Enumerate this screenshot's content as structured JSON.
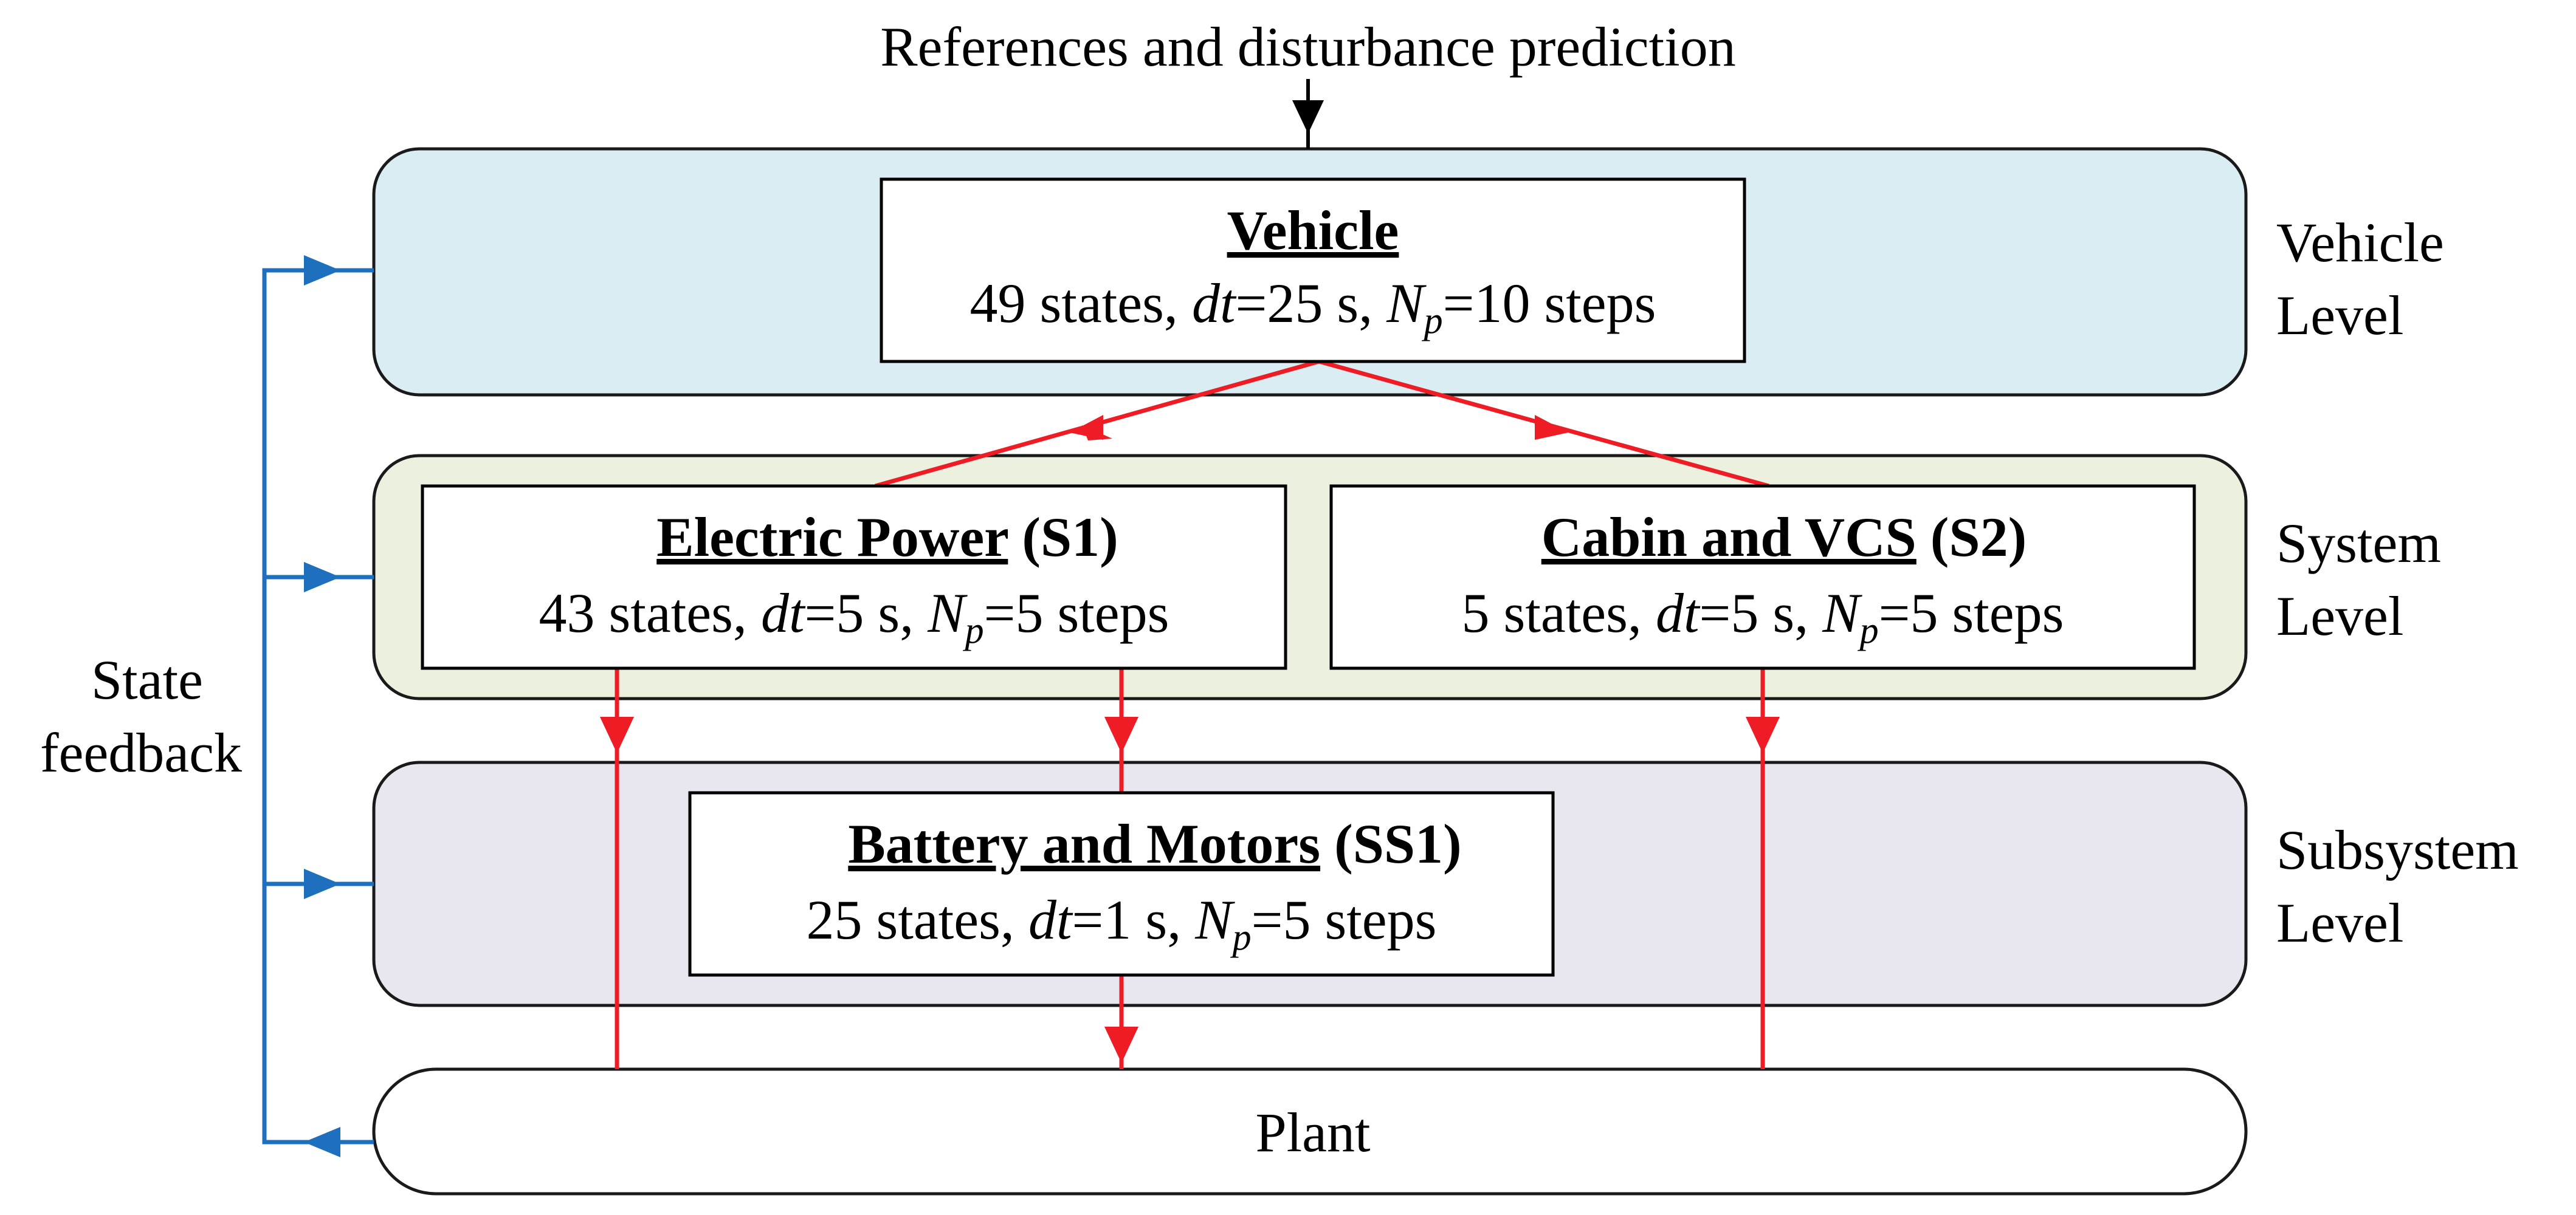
{
  "top_input": {
    "label": "References and disturbance prediction"
  },
  "feedback": {
    "label_line1": "State",
    "label_line2": "feedback"
  },
  "levels": [
    {
      "label_line1": "Vehicle",
      "label_line2": "Level"
    },
    {
      "label_line1": "System",
      "label_line2": "Level"
    },
    {
      "label_line1": "Subsystem",
      "label_line2": "Level"
    }
  ],
  "controllers": {
    "vehicle": {
      "name": "Vehicle",
      "suffix": "",
      "states": "49 states,",
      "dt_sym": "dt",
      "dt_val": "=25 s,",
      "np_sym": "N",
      "np_sub": "p",
      "np_val": "=10 steps"
    },
    "electric_power": {
      "name": "Electric Power",
      "suffix": " (S1)",
      "states": "43 states,",
      "dt_sym": "dt",
      "dt_val": "=5 s,",
      "np_sym": "N",
      "np_sub": "p",
      "np_val": "=5 steps"
    },
    "cabin_vcs": {
      "name": "Cabin and VCS",
      "suffix": " (S2)",
      "states": "5 states,",
      "dt_sym": "dt",
      "dt_val": "=5 s,",
      "np_sym": "N",
      "np_sub": "p",
      "np_val": "=5 steps"
    },
    "battery_motors": {
      "name": "Battery and Motors",
      "suffix": " (SS1)",
      "states": "25 states,",
      "dt_sym": "dt",
      "dt_val": "=1 s,",
      "np_sym": "N",
      "np_sub": "p",
      "np_val": "=5 steps"
    }
  },
  "plant": {
    "label": "Plant"
  },
  "colors": {
    "vehicle_band": "#daedf3",
    "system_band": "#ebf0df",
    "subsystem_band": "#e8e6ef",
    "plant_band": "#ffffff",
    "signal_red": "#ee1c25",
    "feedback_blue": "#1f6fbf"
  }
}
